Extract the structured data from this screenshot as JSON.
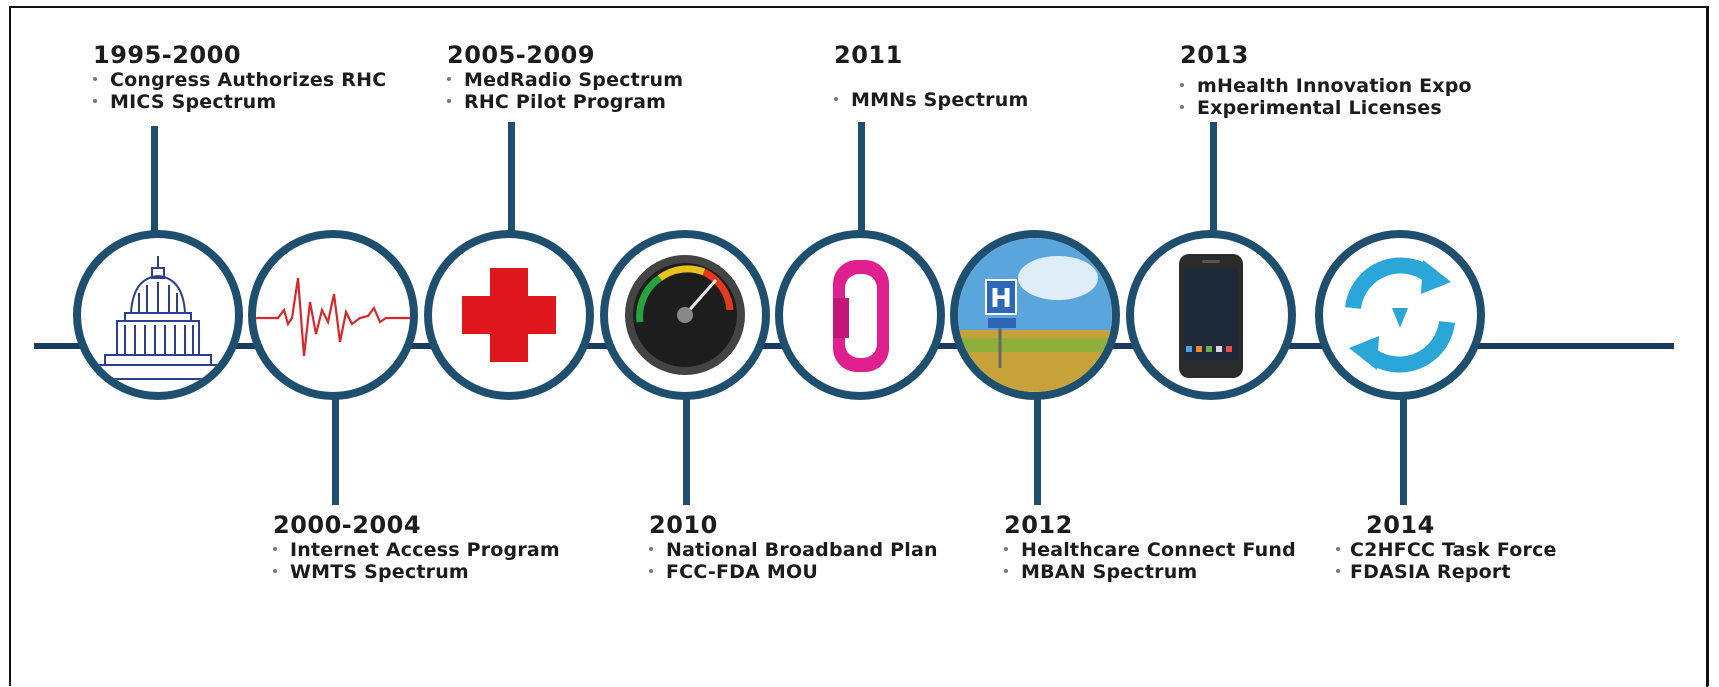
{
  "milestones": [
    {
      "year": "1995-2000",
      "items": [
        "Congress Authorizes RHC",
        "MICS Spectrum"
      ],
      "icon": "capitol-icon"
    },
    {
      "year": "2000-2004",
      "items": [
        "Internet Access Program",
        "WMTS Spectrum"
      ],
      "icon": "heartbeat-icon"
    },
    {
      "year": "2005-2009",
      "items": [
        "MedRadio Spectrum",
        "RHC Pilot Program"
      ],
      "icon": "red-cross-icon"
    },
    {
      "year": "2010",
      "items": [
        "National Broadband Plan",
        "FCC-FDA MOU"
      ],
      "icon": "speedometer-icon"
    },
    {
      "year": "2011",
      "items": [
        "MMNs Spectrum"
      ],
      "icon": "fitness-band-icon"
    },
    {
      "year": "2012",
      "items": [
        "Healthcare Connect Fund",
        "MBAN Spectrum"
      ],
      "icon": "rural-hospital-icon"
    },
    {
      "year": "2013",
      "items": [
        "mHealth Innovation Expo",
        "Experimental Licenses"
      ],
      "icon": "smartphone-icon"
    },
    {
      "year": "2014",
      "items": [
        "C2HFCC Task Force",
        "FDASIA Report"
      ],
      "icon": "refresh-cycle-icon"
    }
  ],
  "colors": {
    "axis": "#1b3b5e",
    "node_border": "#1f4f6e",
    "text": "#1c1c1c"
  }
}
